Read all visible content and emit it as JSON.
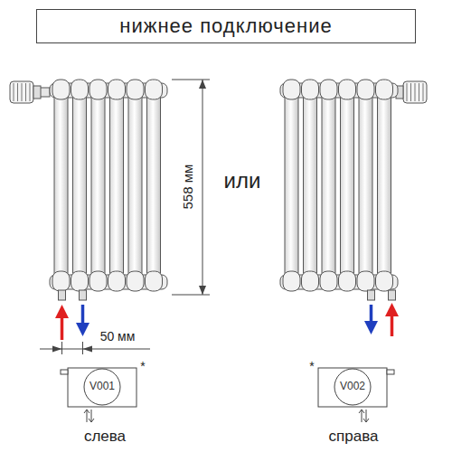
{
  "diagram": {
    "title": "нижнее подключение",
    "nodes": [
      {
        "text": [
          "V001"
        ]
      },
      {
        "text": [
          "V002"
        ]
      }
    ],
    "labels": [
      "558 мм",
      "или",
      "50 мм",
      "*",
      "слева",
      "*",
      "справа"
    ]
  }
}
